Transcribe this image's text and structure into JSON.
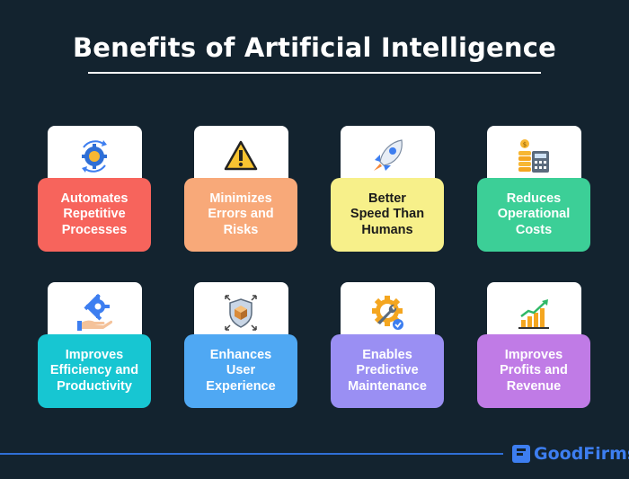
{
  "title": "Benefits of Artificial Intelligence",
  "cards": [
    {
      "label": "Automates\nRepetitive\nProcesses",
      "color": "#f7645c",
      "icon": "gear-cycle-icon"
    },
    {
      "label": "Minimizes\nErrors and\nRisks",
      "color": "#f8a979",
      "icon": "warning-triangle-icon"
    },
    {
      "label": "Better\nSpeed Than\nHumans",
      "color": "#f7f08a",
      "icon": "rocket-icon"
    },
    {
      "label": "Reduces\nOperational\nCosts",
      "color": "#3ccf97",
      "icon": "coins-calculator-icon"
    },
    {
      "label": "Improves\nEfficiency and\nProductivity",
      "color": "#17c6d2",
      "icon": "hand-gear-icon"
    },
    {
      "label": "Enhances\nUser\nExperience",
      "color": "#4fa8f3",
      "icon": "shield-box-icon"
    },
    {
      "label": "Enables\nPredictive\nMaintenance",
      "color": "#9a8ff3",
      "icon": "gear-wrench-icon"
    },
    {
      "label": "Improves\nProfits and\nRevenue",
      "color": "#c07be6",
      "icon": "growth-chart-icon"
    }
  ],
  "brand": "GoodFirms"
}
